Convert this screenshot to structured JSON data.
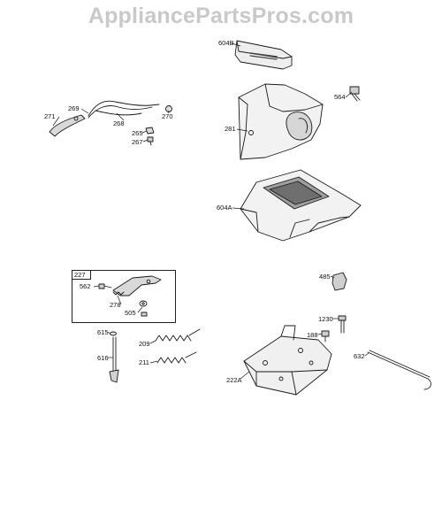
{
  "header": {
    "watermark": "AppliancePartsPros.com"
  },
  "labels": {
    "p604B": "604B",
    "p564": "564",
    "p281": "281",
    "p604A": "604A",
    "p269": "269",
    "p271": "271",
    "p270": "270",
    "p268": "268",
    "p265": "265",
    "p267": "267",
    "p227": "227",
    "p562": "562",
    "p278": "278",
    "p505": "505",
    "p485": "485",
    "p1230": "1230",
    "p188": "188",
    "p615": "615",
    "p209": "209",
    "p616": "616",
    "p211": "211",
    "p632": "632",
    "p222A": "222A"
  },
  "colors": {
    "line": "#1a1a1a",
    "shade": "#bdbdbd",
    "watermark": "#c9c9c9"
  }
}
